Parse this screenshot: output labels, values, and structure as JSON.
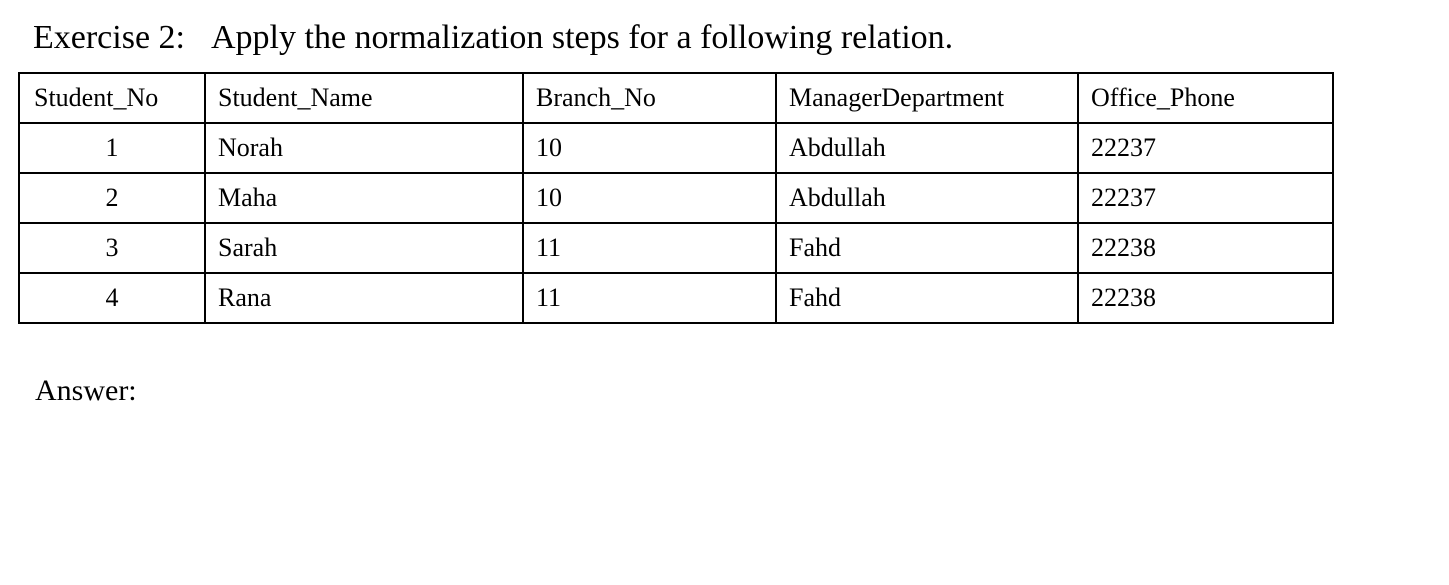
{
  "document": {
    "title": {
      "label": "Exercise 2:",
      "text": "Apply the normalization steps for a following relation."
    },
    "answer_label": "Answer:"
  },
  "table": {
    "columns": [
      "Student_No",
      "Student_Name",
      "Branch_No",
      "ManagerDepartment",
      "Office_Phone"
    ],
    "rows": [
      [
        "1",
        "Norah",
        "10",
        "Abdullah",
        "22237"
      ],
      [
        "2",
        "Maha",
        "10",
        "Abdullah",
        "22237"
      ],
      [
        "3",
        "Sarah",
        "11",
        "Fahd",
        "22238"
      ],
      [
        "4",
        "Rana",
        "11",
        "Fahd",
        "22238"
      ]
    ],
    "colors": {
      "text": "#000000",
      "border": "#000000",
      "background": "#ffffff"
    }
  }
}
